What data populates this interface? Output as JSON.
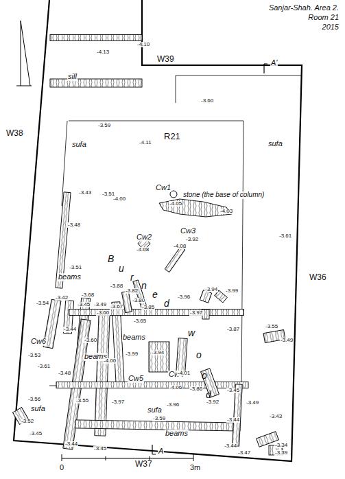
{
  "diagram": {
    "labels": [
      "Sanjar-Shah. Area 2.",
      "Room 21",
      "2015",
      "W38",
      "W39",
      "A'",
      "R21",
      "W36",
      "W37",
      "A",
      "sill",
      "sufa",
      "sufa",
      "sufa",
      "sufa",
      "beams",
      "beams",
      "beams",
      "beams",
      "Cw1",
      "stone (the base of column)",
      "Cw2",
      "Cw3",
      "Cw4",
      "Cw5",
      "Cw6",
      "Burned wood",
      "0",
      "3m",
      "-4.10",
      "-4.13",
      "-3.60",
      "-3.59",
      "-4.11",
      "-4.05",
      "-4.00",
      "-4.03",
      "-3.43",
      "-3.51",
      "-3.48",
      "-4.08",
      "-3.92",
      "-4.08",
      "-3.61",
      "-3.51",
      "-3.42",
      "-3.54",
      "-3.45",
      "-3.49",
      "-3.88",
      "-3.82",
      "-3.68",
      "-3.80",
      "-3.85",
      "-3.60",
      "-3.67",
      "-3.94",
      "-3.99",
      "-3.96",
      "-3.97",
      "-3.65",
      "-3.87",
      "-3.44",
      "-3.60",
      "-3.55",
      "-3.49",
      "-3.53",
      "-3.61",
      "-3.48",
      "-4.00",
      "-3.99",
      "-3.94",
      "-4.01",
      "-4.06",
      "-3.86",
      "-3.45",
      "-3.56",
      "-3.55",
      "-3.97",
      "-3.96",
      "-3.92",
      "-3.49",
      "-3.44",
      "-3.59",
      "-3.43",
      "-3.52",
      "-3.45",
      "-3.44",
      "-3.45",
      "-3.44",
      "-3.47",
      "-3.34",
      "-3.39"
    ]
  }
}
